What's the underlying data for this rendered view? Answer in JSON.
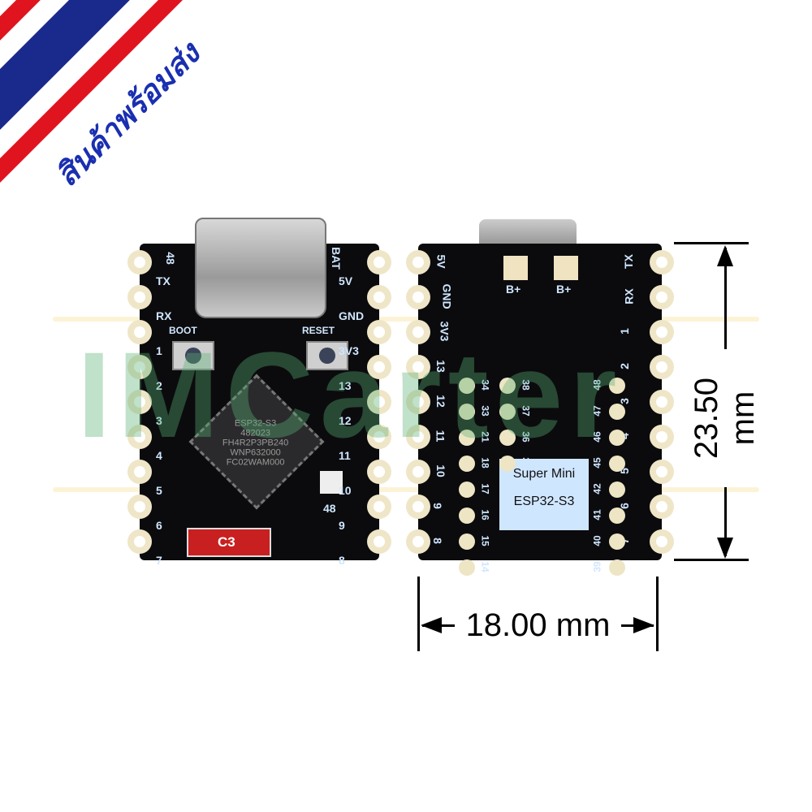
{
  "banner": {
    "text": "สินค้าพร้อมส่ง",
    "colors": {
      "red": "#e0141e",
      "white": "#ffffff",
      "blue": "#1a2a8c"
    }
  },
  "watermark": {
    "text": "IMCarter"
  },
  "front_board": {
    "left_pins": [
      "TX",
      "RX",
      "1",
      "2",
      "3",
      "4",
      "5",
      "6",
      "7"
    ],
    "right_pins": [
      "5V",
      "GND",
      "3V3",
      "13",
      "12",
      "11",
      "10",
      "9",
      "8"
    ],
    "top_labels": {
      "left": "48",
      "right": "BAT"
    },
    "buttons": {
      "boot": "BOOT",
      "reset": "RESET"
    },
    "chip_text": [
      "ESP32-S3",
      "482023",
      "FH4R2P3PB240",
      "WNP632000",
      "FC02WAM000"
    ],
    "led_label": "48",
    "antenna_label": "C3"
  },
  "back_board": {
    "left_pins": [
      "5V",
      "GND",
      "3V3",
      "13",
      "12",
      "11",
      "10",
      "9",
      "8"
    ],
    "right_pins": [
      "TX",
      "RX",
      "1",
      "2",
      "3",
      "4",
      "5",
      "6",
      "7"
    ],
    "battery_labels": [
      "B+",
      "B+"
    ],
    "inner_left_a": [
      "34",
      "33",
      "21",
      "18",
      "17",
      "16",
      "15",
      "14"
    ],
    "inner_left_b": [
      "38",
      "37",
      "36",
      "35"
    ],
    "inner_right": [
      "48",
      "47",
      "46",
      "45",
      "42",
      "41",
      "40",
      "39"
    ],
    "silk_title": "Super Mini",
    "silk_subtitle": "ESP32-S3"
  },
  "dimensions": {
    "height": "23.50 mm",
    "width": "18.00 mm"
  }
}
